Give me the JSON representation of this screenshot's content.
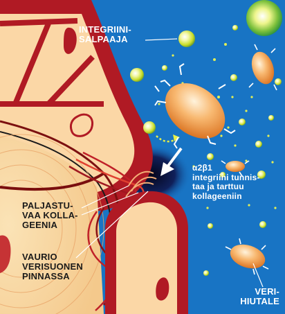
{
  "labels": {
    "integrin_blocker": [
      "INTEGRIINI-",
      "SALPAAJA"
    ],
    "alpha2beta1": [
      "α2β1",
      "integriini tunnis-",
      "taa ja tarttuu",
      "kollageeniin"
    ],
    "exposed_collagen": [
      "PALJASTU-",
      "VAA KOLLA-",
      "GEENIA"
    ],
    "vessel_damage": [
      "VAURIO",
      "VERISUONEN",
      "PINNASSA"
    ],
    "platelet": [
      "VERI-",
      "HIUTALE"
    ]
  },
  "colors": {
    "blood": "#1874c4",
    "vessel_wall": "#b01a24",
    "cell_fill": "#fbd7a6",
    "platelet": "#f3a55a",
    "blocker": "#d7e82e",
    "label_light": "#ffffff",
    "label_dark": "#1a1a1a"
  }
}
